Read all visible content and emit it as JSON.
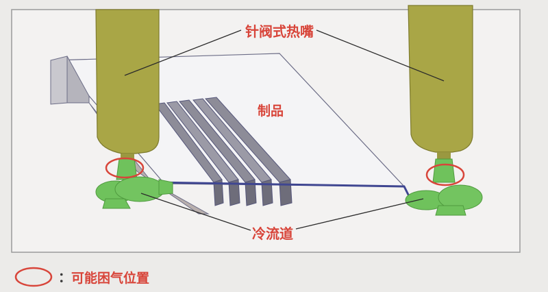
{
  "labels": {
    "nozzle": "针阀式热嘴",
    "product": "制品",
    "cold_runner": "冷流道"
  },
  "legend": {
    "colon": "：",
    "text": "可能困气位置"
  },
  "colors": {
    "label": "#d8453a",
    "nozzle_fill": "#a9a646",
    "runner_fill": "#6fc25c",
    "product_fill": "#f1f1f2",
    "product_edge": "#55567a",
    "marker": "#d8453a"
  }
}
